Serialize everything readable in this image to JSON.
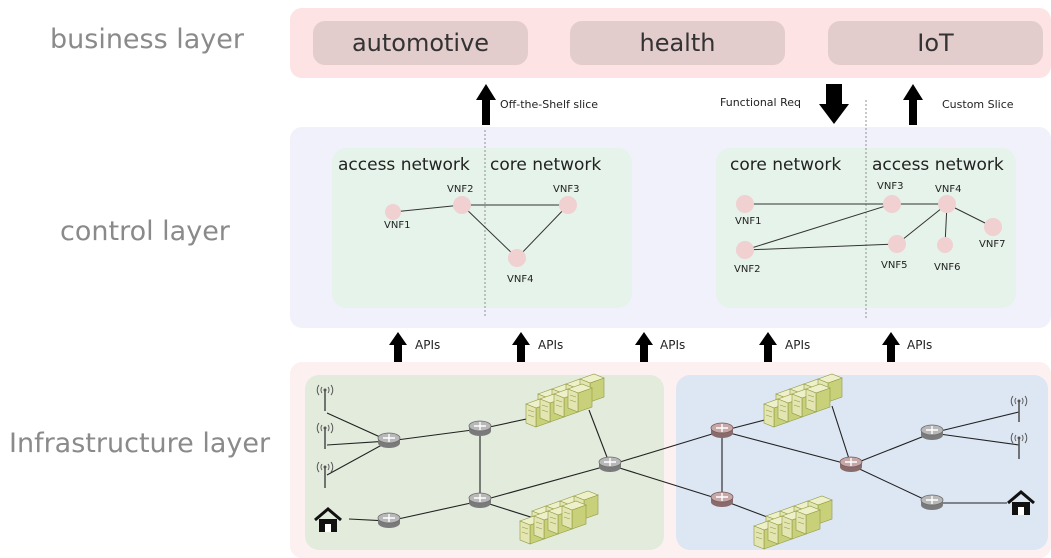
{
  "layers": {
    "business": "business layer",
    "control": "control layer",
    "infrastructure": "Infrastructure layer"
  },
  "business": {
    "verticals": [
      "automotive",
      "health",
      "IoT"
    ]
  },
  "arrows": {
    "off_the_shelf": "Off-the-Shelf slice",
    "functional_req": "Functional Req",
    "custom_slice": "Custom Slice"
  },
  "control": {
    "left_slice": {
      "access_title": "access network",
      "core_title": "core network",
      "vnfs": [
        "VNF1",
        "VNF2",
        "VNF3",
        "VNF4"
      ]
    },
    "right_slice": {
      "core_title": "core network",
      "access_title": "access network",
      "vnfs": [
        "VNF1",
        "VNF2",
        "VNF3",
        "VNF4",
        "VNF5",
        "VNF6",
        "VNF7"
      ]
    }
  },
  "apis": [
    "APIs",
    "APIs",
    "APIs",
    "APIs",
    "APIs"
  ],
  "colors": {
    "business_band": "#fde3e3",
    "control_band": "#f1f1fc",
    "infra_band": "#fdf0f0",
    "pill": "#e3cccc",
    "control_panel": "#e6f3ea",
    "infra_left": "#e2ebdc",
    "infra_right": "#dde6f3",
    "vnf_node": "#f0d0d0",
    "server_fill": "#e3e6b3",
    "server_edge": "#8f9a40"
  },
  "icons": [
    "antenna-icon",
    "router-icon",
    "server-rack-icon",
    "home-icon",
    "arrow-up-icon",
    "arrow-down-icon"
  ]
}
